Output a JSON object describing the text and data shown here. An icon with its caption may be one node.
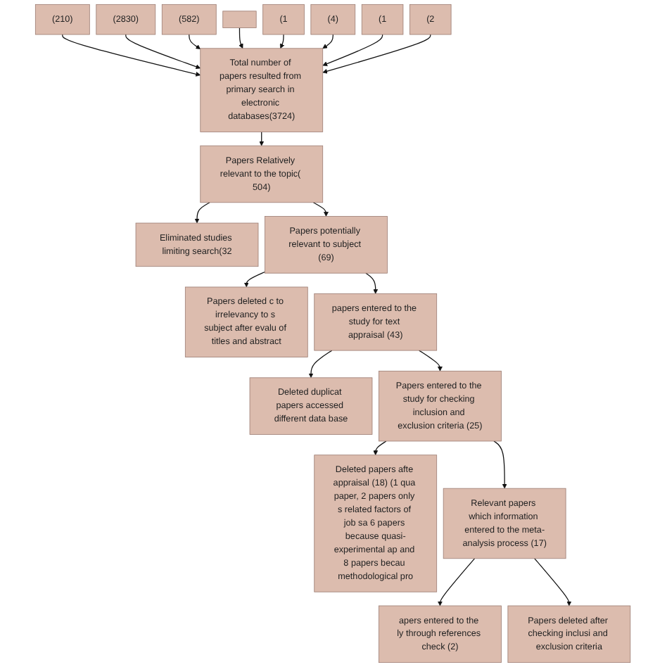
{
  "diagram": {
    "nodes": [
      {
        "text": [
          "(210)"
        ]
      },
      {
        "text": [
          "(2830)"
        ]
      },
      {
        "text": [
          "(582)"
        ]
      },
      {
        "text": [],
        "shape": "box"
      },
      {
        "text": [
          "(1"
        ]
      },
      {
        "text": [
          "(4)"
        ]
      },
      {
        "text": [
          "(1"
        ]
      },
      {
        "text": [
          "(2"
        ]
      },
      {
        "text": [
          "Total number of papers resulted from primary search in electronic databases(3724)"
        ]
      },
      {
        "text": [
          "Papers Relatively relevant to the topic( 504)"
        ]
      },
      {
        "text": [
          "Eliminated studies limiting search(32"
        ]
      },
      {
        "text": [
          "Papers potentially relevant to subject (69)"
        ]
      },
      {
        "text": [
          "Papers deleted c to irrelevancy to s subject after evalu of titles and abstract"
        ]
      },
      {
        "text": [
          "papers entered to the study for text appraisal (43)"
        ]
      },
      {
        "text": [
          "Deleted duplicat papers accessed different data base"
        ]
      },
      {
        "text": [
          "Papers entered to the study for checking inclusion and exclusion criteria (25)"
        ]
      },
      {
        "text": [
          "Deleted papers afte appraisal (18) (1 qua paper, 2 papers only s related factors of job sa 6 papers because quasi-experimental ap and 8 papers becau methodological pro"
        ]
      },
      {
        "text": [
          "apers entered to the ly through references check (2)"
        ]
      },
      {
        "text": [
          "Relevant papers which information entered to the meta-analysis process (17)"
        ]
      },
      {
        "text": [
          "Papers deleted after checking inclusi and exclusion criteria"
        ]
      }
    ],
    "edges": [
      {
        "from": 0,
        "to": 8,
        "arrow": "to"
      },
      {
        "from": 1,
        "to": 8,
        "arrow": "to"
      },
      {
        "from": 2,
        "to": 8,
        "arrow": "to"
      },
      {
        "from": 3,
        "to": 8,
        "arrow": "to"
      },
      {
        "from": 4,
        "to": 8,
        "arrow": "to"
      },
      {
        "from": 5,
        "to": 8,
        "arrow": "to"
      },
      {
        "from": 6,
        "to": 8,
        "arrow": "to"
      },
      {
        "from": 7,
        "to": 8,
        "arrow": "to"
      },
      {
        "from": 8,
        "to": 9,
        "arrow": "to"
      },
      {
        "from": 9,
        "to": 10,
        "arrow": "to"
      },
      {
        "from": 9,
        "to": 11,
        "arrow": "to"
      },
      {
        "from": 11,
        "to": 12,
        "arrow": "to"
      },
      {
        "from": 11,
        "to": 13,
        "arrow": "to"
      },
      {
        "from": 13,
        "to": 14,
        "arrow": "to"
      },
      {
        "from": 13,
        "to": 15,
        "arrow": "to"
      },
      {
        "from": 15,
        "to": 16,
        "arrow": "to"
      },
      {
        "from": 15,
        "to": 18,
        "arrow": "to"
      },
      {
        "from": 18,
        "to": 17,
        "arrow": "to"
      },
      {
        "from": 18,
        "to": 19,
        "arrow": "to"
      }
    ]
  }
}
